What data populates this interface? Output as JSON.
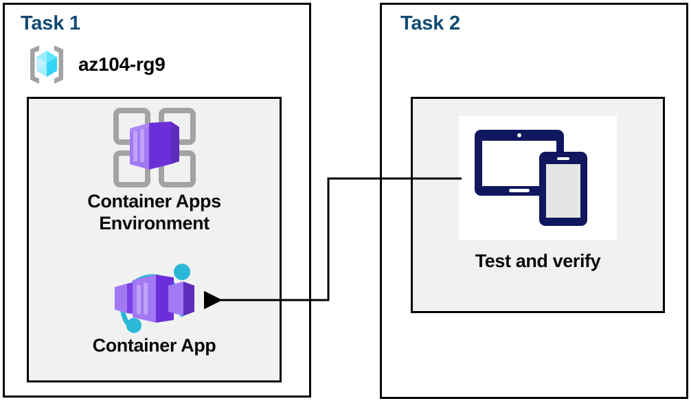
{
  "diagram": {
    "title_color": "#114A73",
    "panels": [
      {
        "id": "task1",
        "label": "Task 1",
        "resource_group": {
          "name": "az104-rg9",
          "icon": "resource-group-icon"
        },
        "nodes": [
          {
            "id": "container-apps-environment",
            "label": "Container Apps\nEnvironment",
            "icon": "container-apps-environment-icon"
          },
          {
            "id": "container-app",
            "label": "Container App",
            "icon": "container-app-icon"
          }
        ]
      },
      {
        "id": "task2",
        "label": "Task 2",
        "nodes": [
          {
            "id": "test-and-verify",
            "label": "Test and verify",
            "icon": "test-and-verify-devices-icon"
          }
        ]
      }
    ],
    "connector": {
      "from": "test-and-verify",
      "to": "container-app",
      "arrow_direction": "left",
      "line_color": "#000000"
    },
    "colors": {
      "panel_border": "#000000",
      "inner_fill": "#f1f1f1",
      "label_text": "#0a0a0a",
      "task_heading": "#114A73",
      "azure_purple": "#7B3FE4",
      "azure_purple_light": "#A179F2",
      "azure_purple_dark": "#5C2DBB",
      "azure_cyan": "#2BB8D8",
      "azure_cube_cyan": "#50E6FF",
      "icon_gray": "#A3A3A3",
      "device_navy": "#11175E"
    }
  }
}
